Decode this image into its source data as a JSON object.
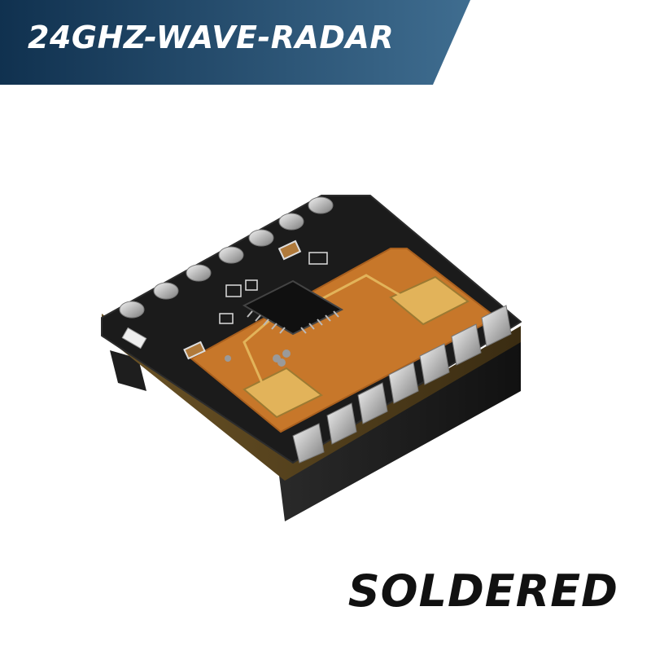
{
  "banner": {
    "title": "24GHZ-WAVE-RADAR",
    "gradient_start": "#10314f",
    "gradient_end": "#3f6d90"
  },
  "product": {
    "description_icon": "radar-module-photo",
    "pcb_color": "#1b1b1b",
    "antenna_area_color": "#c7772a",
    "antenna_patch_color": "#e2b35a",
    "pin_color": "#c8c8c8"
  },
  "footer": {
    "label": "SOLDERED"
  }
}
